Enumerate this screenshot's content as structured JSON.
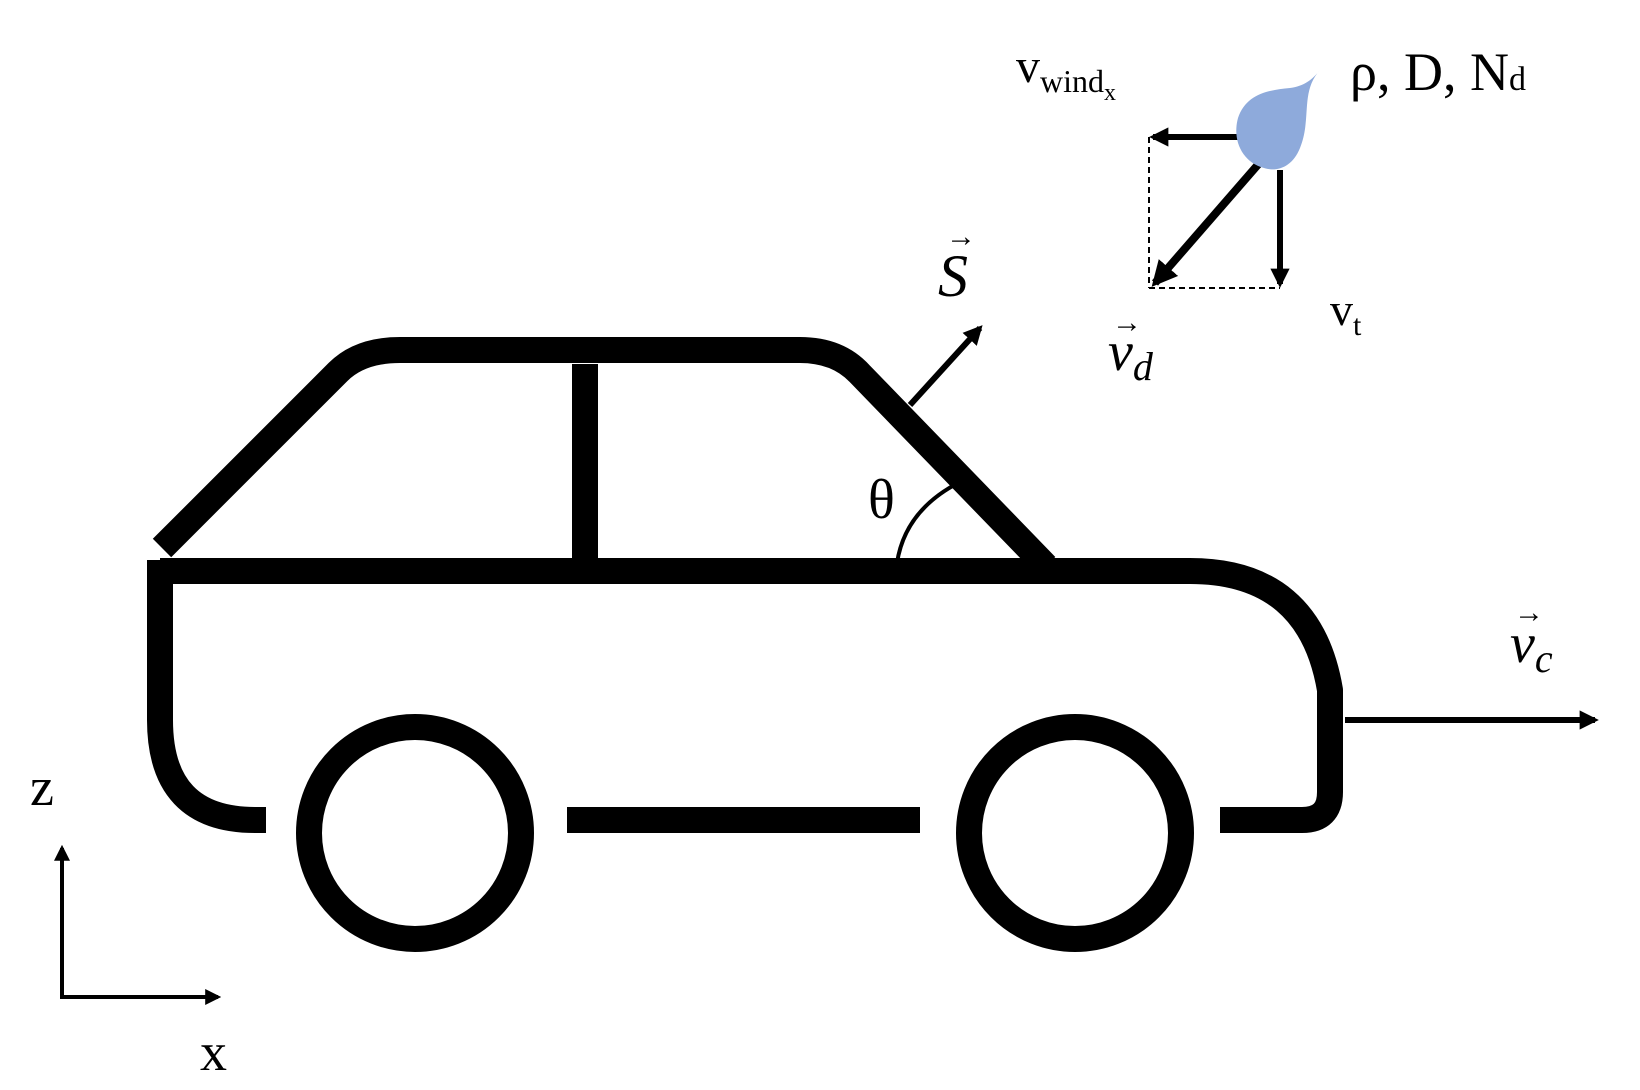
{
  "labels": {
    "v_wind": "v",
    "v_wind_sub": "wind",
    "v_wind_subsub": "x",
    "droplet_params": "ρ, D, N",
    "droplet_params_sub": "d",
    "v_t": "v",
    "v_t_sub": "t",
    "v_d": "v",
    "v_d_sub": "d",
    "S": "S",
    "theta": "θ",
    "v_c": "v",
    "v_c_sub": "c",
    "axis_z": "z",
    "axis_x": "x",
    "arrow_glyph": "→"
  },
  "colors": {
    "ink": "#000000",
    "droplet": "#8eaadb"
  }
}
